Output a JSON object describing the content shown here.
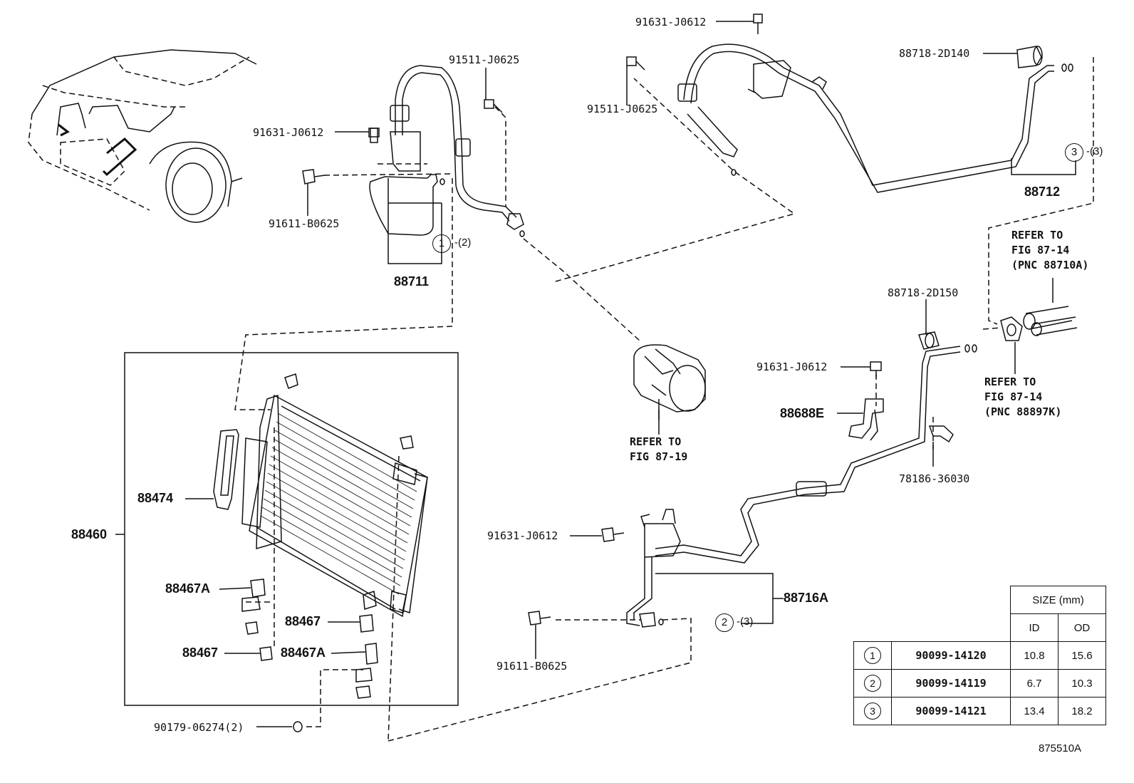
{
  "figure_code": "875510A",
  "parts": {
    "p_88711": "88711",
    "p_88712": "88712",
    "p_88716A": "88716A",
    "p_88688E": "88688E",
    "p_88460": "88460",
    "p_88474": "88474",
    "p_88467A_a": "88467A",
    "p_88467A_b": "88467A",
    "p_88467_a": "88467",
    "p_88467_b": "88467",
    "p_91631_a": "91631-J0612",
    "p_91631_b": "91631-J0612",
    "p_91631_c": "91631-J0612",
    "p_91631_d": "91631-J0612",
    "p_91511_a": "91511-J0625",
    "p_91511_b": "91511-J0625",
    "p_91611_a": "91611-B0625",
    "p_91611_b": "91611-B0625",
    "p_88718_2D140": "88718-2D140",
    "p_88718_2D150": "88718-2D150",
    "p_78186": "78186-36030",
    "p_90179": "90179-06274(2)"
  },
  "refs": {
    "fig_87_19": [
      "REFER TO",
      "FIG 87-19"
    ],
    "fig_87_14_a": [
      "REFER TO",
      "FIG 87-14",
      "(PNC 88710A)"
    ],
    "fig_87_14_b": [
      "REFER TO",
      "FIG 87-14",
      "(PNC 88897K)"
    ]
  },
  "callouts": {
    "c1": "1",
    "c1_qty": "-(2)",
    "c2": "2",
    "c2_qty": "-(3)",
    "c3": "3",
    "c3_qty": "-(3)"
  },
  "size_table": {
    "header": "SIZE (mm)",
    "col_id": "ID",
    "col_od": "OD",
    "rows": [
      {
        "no": "1",
        "part": "90099-14120",
        "id": "10.8",
        "od": "15.6"
      },
      {
        "no": "2",
        "part": "90099-14119",
        "id": "6.7",
        "od": "10.3"
      },
      {
        "no": "3",
        "part": "90099-14121",
        "id": "13.4",
        "od": "18.2"
      }
    ]
  }
}
